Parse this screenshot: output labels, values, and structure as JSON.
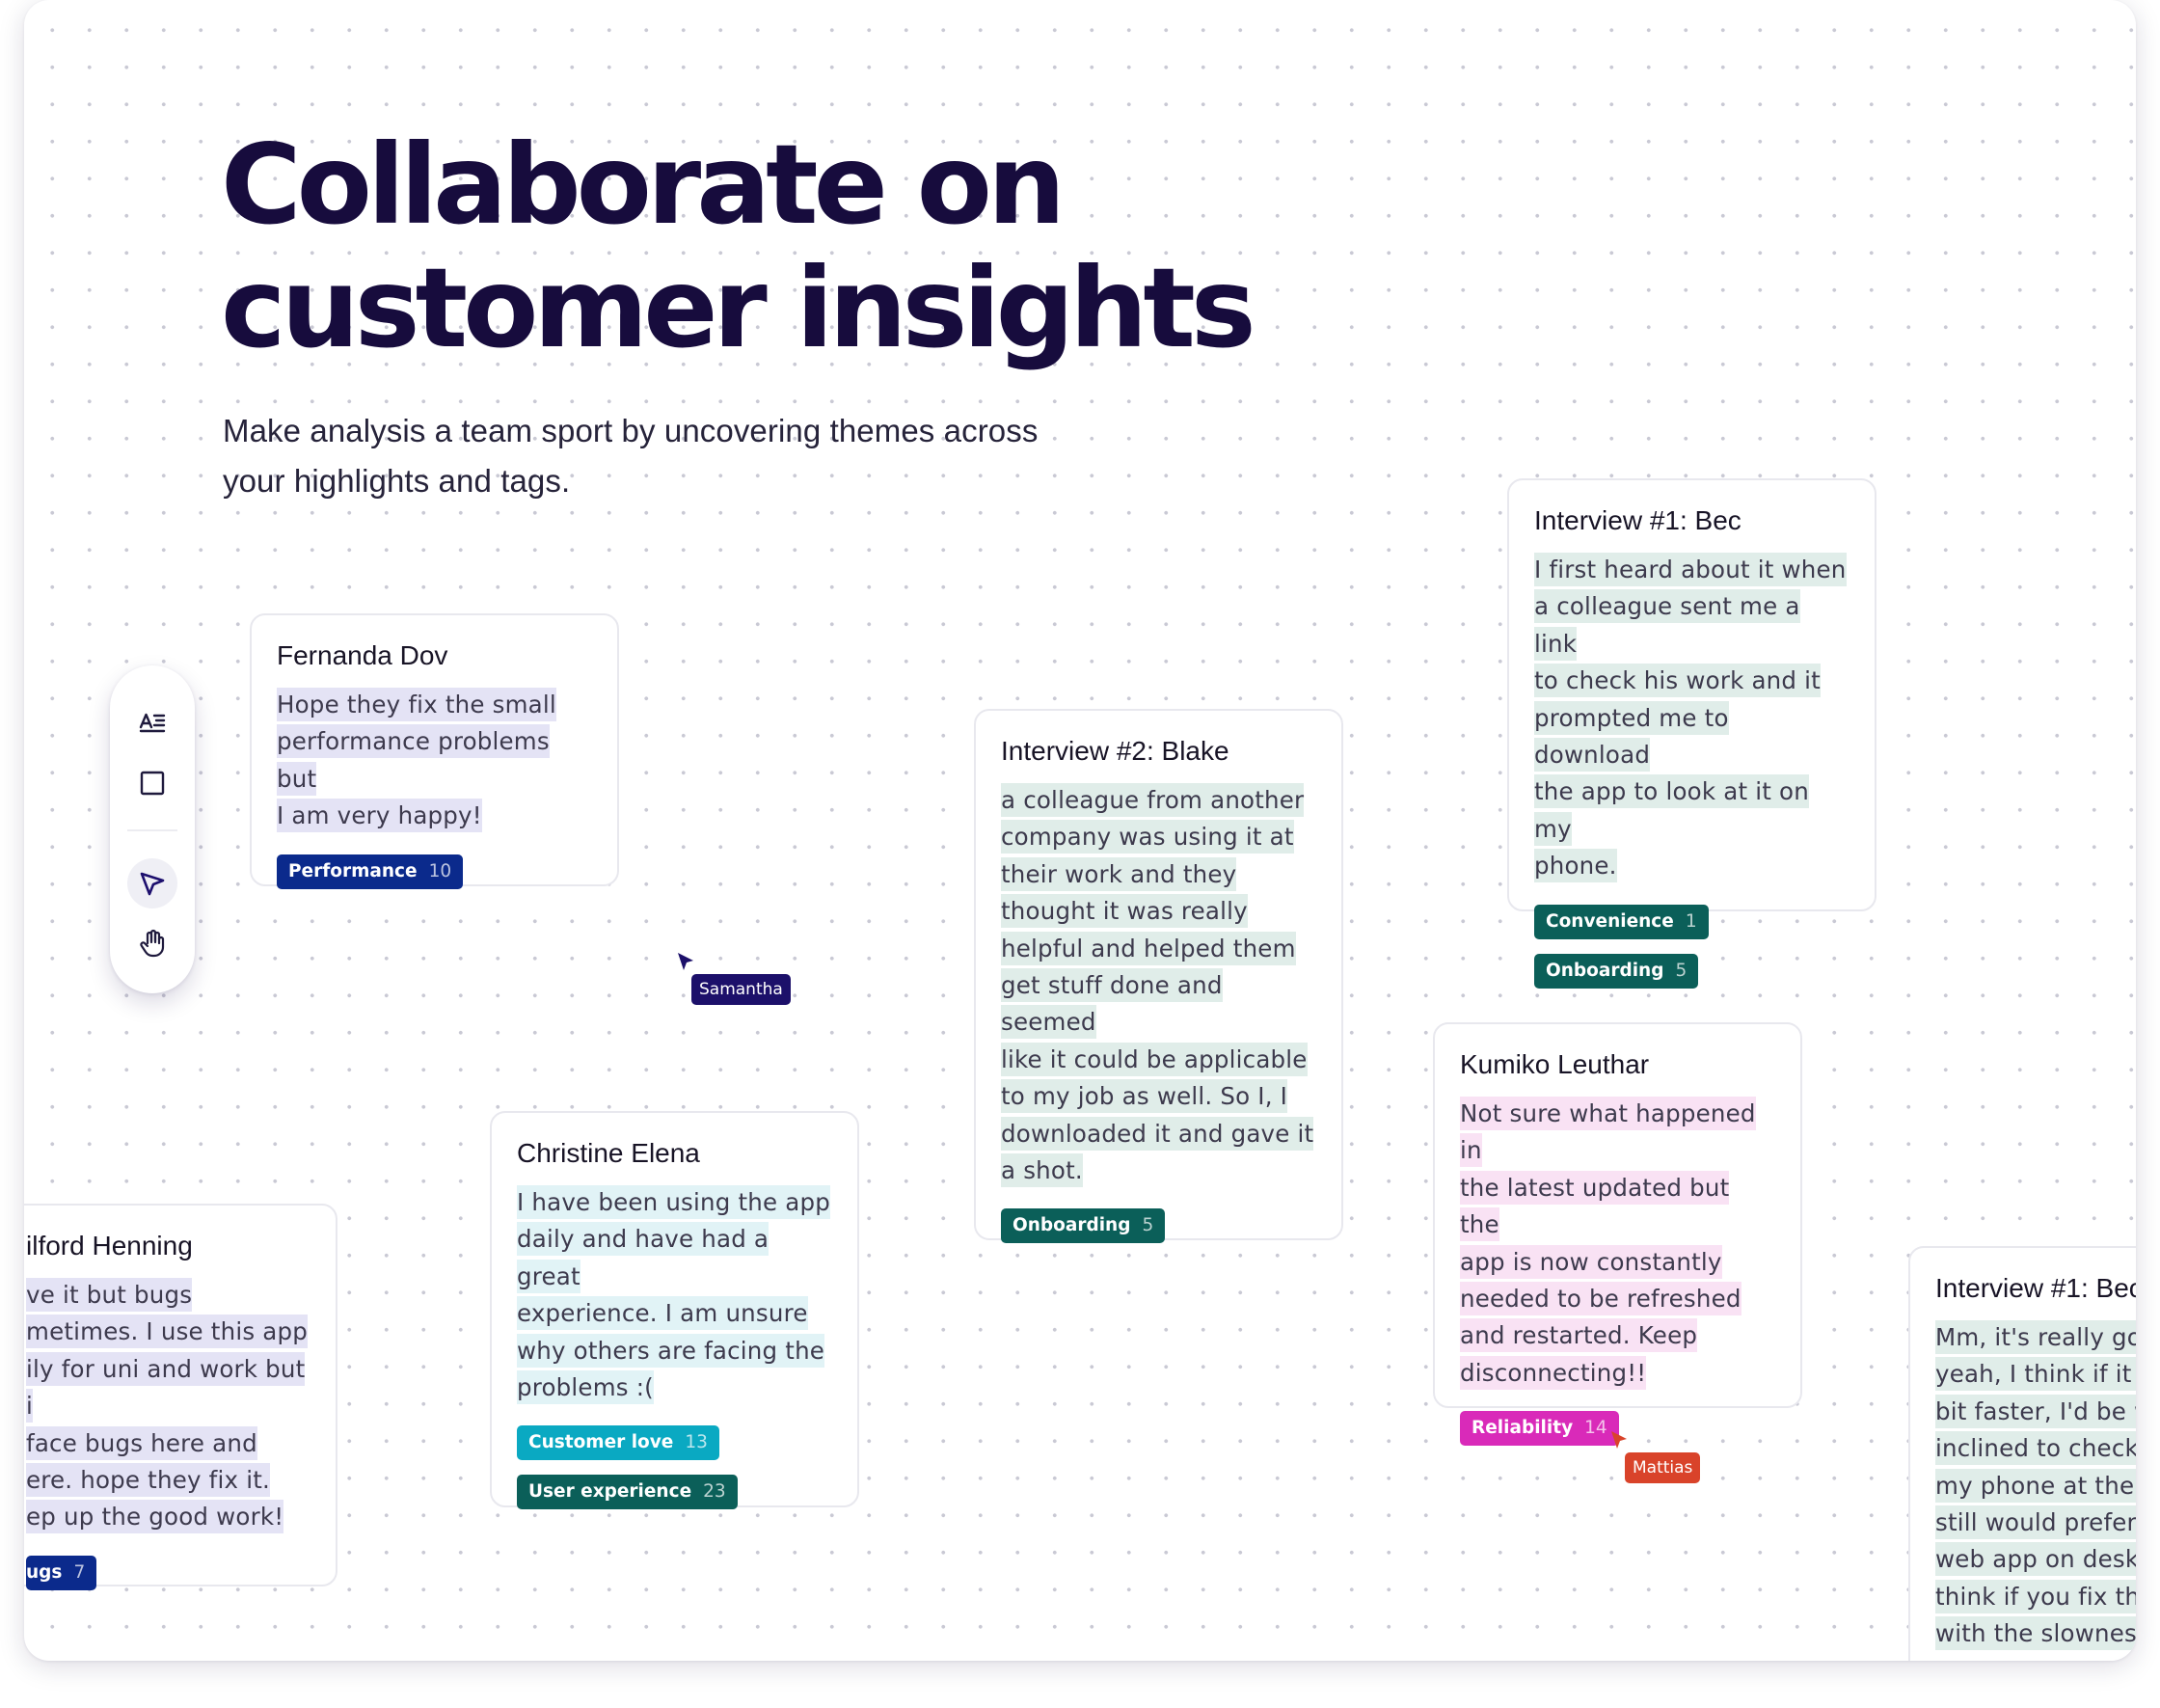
{
  "hero": {
    "title_line1": "Collaborate on",
    "title_line2": "customer insights",
    "subtitle": "Make analysis a team sport by uncovering themes across your highlights and tags."
  },
  "toolbar": {
    "tools": [
      {
        "icon": "text-icon"
      },
      {
        "icon": "rectangle-icon"
      },
      {
        "icon": "pointer-icon",
        "active": true
      },
      {
        "icon": "hand-icon"
      }
    ]
  },
  "colors": {
    "navy_tag": "#0b2a8c",
    "teal_tag": "#0b5f59",
    "cyan_tag": "#0aa9c2",
    "magenta_tag": "#d92ab9",
    "cursor_samantha": "#1c106a",
    "cursor_mattias": "#d9432a"
  },
  "cards": {
    "fernanda": {
      "title": "Fernanda Dov",
      "lines": [
        "Hope they fix the small",
        "performance problems but",
        "I am very happy!"
      ],
      "tags": [
        {
          "label": "Performance",
          "count": "10"
        }
      ]
    },
    "blake": {
      "title": "Interview #2: Blake",
      "lines": [
        "a colleague from another",
        "company was using it at",
        "their work and they",
        "thought it was really",
        "helpful and helped them",
        "get stuff done and seemed",
        "like it could be applicable",
        "to my job as well. So I, I",
        "downloaded it and gave it",
        "a shot."
      ],
      "tags": [
        {
          "label": "Onboarding",
          "count": "5"
        }
      ]
    },
    "bec1": {
      "title": "Interview #1: Bec",
      "lines": [
        "I first heard about it when",
        "a colleague sent me a link",
        "to check his work and it",
        "prompted me to download",
        "the app to look at it on my",
        "phone."
      ],
      "tags": [
        {
          "label": "Convenience",
          "count": "1"
        },
        {
          "label": "Onboarding",
          "count": "5"
        }
      ]
    },
    "christine": {
      "title": "Christine Elena",
      "lines": [
        "I have been using the app",
        "daily and have had a great",
        "experience. I am unsure",
        "why others are facing the",
        "problems :("
      ],
      "tags": [
        {
          "label": "Customer love",
          "count": "13"
        },
        {
          "label": "User experience",
          "count": "23"
        }
      ]
    },
    "kumiko": {
      "title": "Kumiko Leuthar",
      "lines": [
        "Not sure what happened in",
        "the latest updated but the",
        "app is now constantly",
        "needed to be refreshed",
        "and restarted. Keep",
        "disconnecting!!"
      ],
      "tags": [
        {
          "label": "Reliability",
          "count": "14"
        }
      ]
    },
    "wilford": {
      "title": "ilford Henning",
      "lines": [
        "ve it but bugs",
        "metimes. I use this app",
        "ily for uni and work but i",
        "face bugs here and",
        "ere. hope they fix it.",
        "ep up the good work!"
      ],
      "tags": [
        {
          "label": "ugs",
          "count": "7"
        }
      ]
    },
    "bec2": {
      "title": "Interview #1: Bec",
      "lines": [
        "Mm, it's really good",
        "yeah, I think if it wa",
        "bit faster, I'd be way",
        "inclined to check th",
        "my phone at the mo",
        "still would prefer to",
        "web app on desktop",
        "think if you fix those",
        "with the slowness, i"
      ]
    }
  },
  "cursors": {
    "samantha": "Samantha",
    "mattias": "Mattias"
  }
}
